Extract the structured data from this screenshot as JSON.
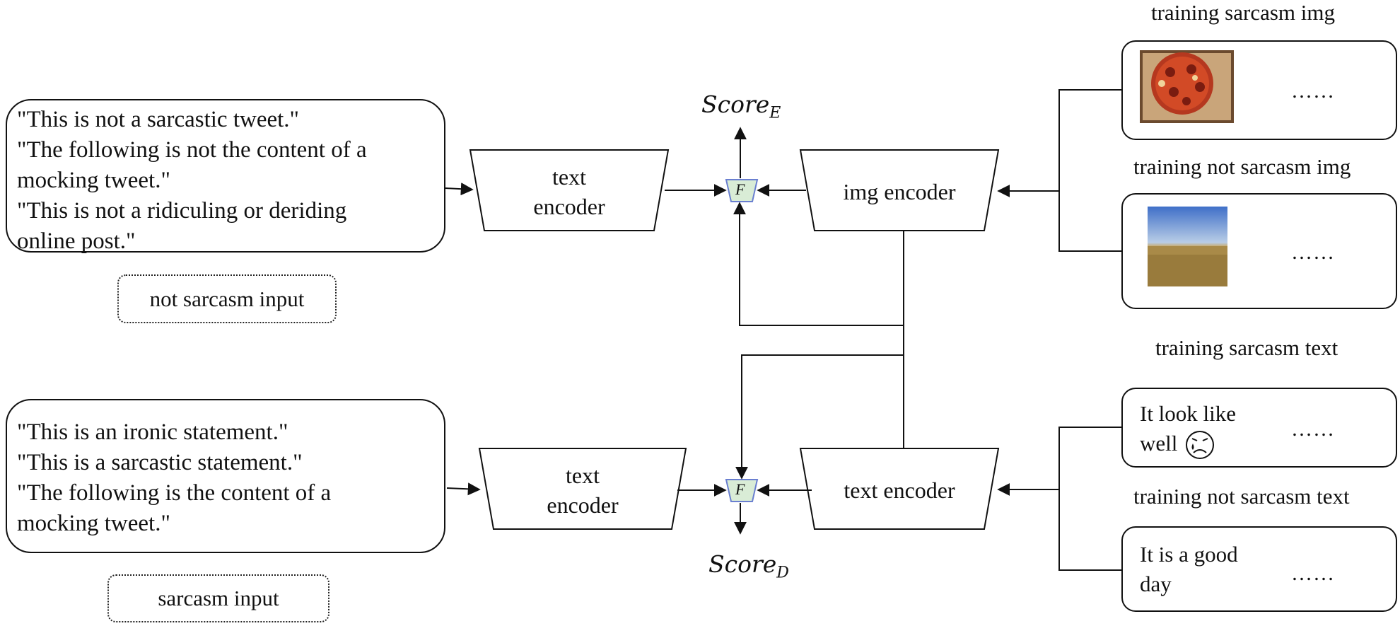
{
  "not_sarcasm_prompts": [
    "\"This is not a sarcastic tweet.\"",
    "\"The following is not the content of a",
    "mocking tweet.\"",
    "\"This is not a ridiculing or deriding",
    "online post.\""
  ],
  "not_sarcasm_label": "not sarcasm input",
  "sarcasm_prompts": [
    "\"This is an ironic statement.\"",
    "\"This is a sarcastic statement.\"",
    "\"The following is the content of a",
    "mocking tweet.\""
  ],
  "sarcasm_label": "sarcasm input",
  "encoders": {
    "text_top": [
      "text",
      "encoder"
    ],
    "text_bottom": [
      "text",
      "encoder"
    ],
    "img": "img encoder",
    "text_right": "text encoder"
  },
  "fusion_symbol": "F",
  "score_e": {
    "base": "Score",
    "sub": "E"
  },
  "score_d": {
    "base": "Score",
    "sub": "D"
  },
  "training": {
    "sarcasm_img_title": "training sarcasm img",
    "not_sarcasm_img_title": "training not sarcasm img",
    "sarcasm_text_title": "training sarcasm text",
    "not_sarcasm_text_title": "training not sarcasm text",
    "sarcasm_text_lines": [
      "It look like",
      "well"
    ],
    "not_sarcasm_text_lines": [
      "It is a good",
      "day"
    ],
    "ellipsis": "……"
  },
  "icons": [
    "pizza-image-icon",
    "field-landscape-image-icon",
    "crying-face-emoji-icon"
  ]
}
